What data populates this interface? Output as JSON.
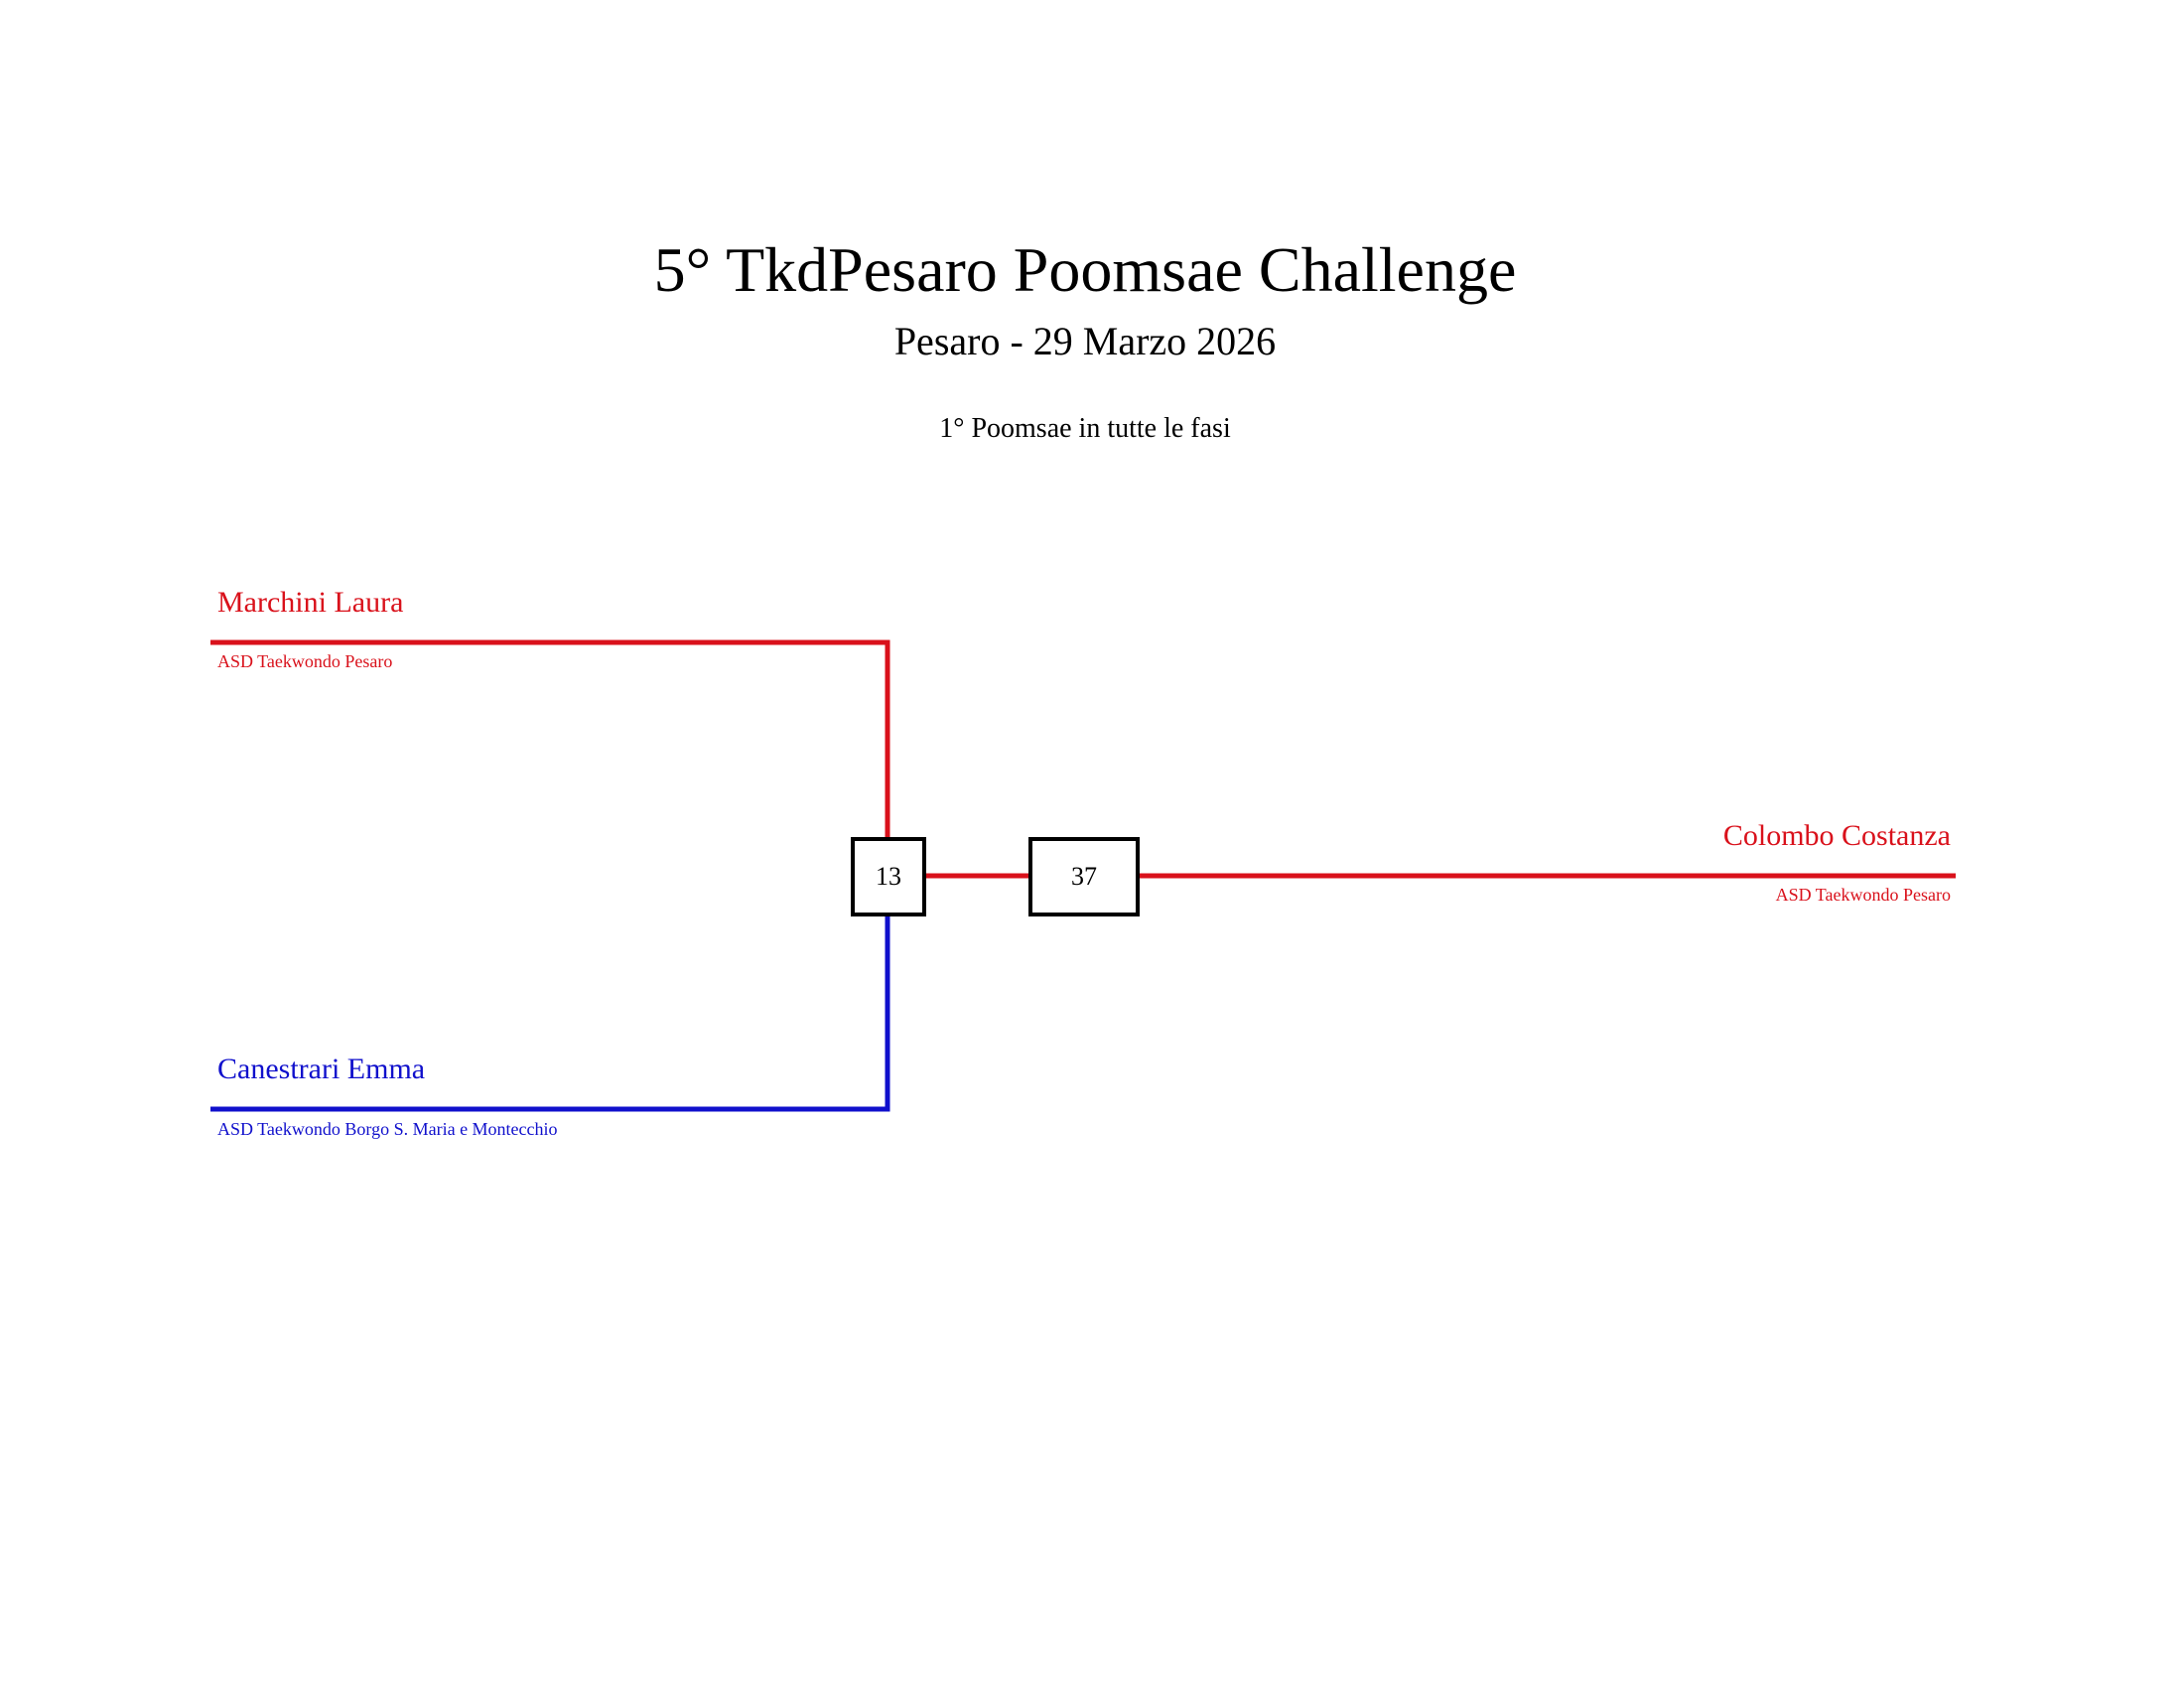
{
  "header": {
    "title": "5° TkdPesaro Poomsae Challenge",
    "subtitle": "Pesaro - 29 Marzo 2026",
    "note": "1° Poomsae in tutte le fasi"
  },
  "bracket": {
    "red_athlete": {
      "name": "Marchini Laura",
      "club": "ASD Taekwondo Pesaro"
    },
    "blue_athlete": {
      "name": "Canestrari Emma",
      "club": "ASD Taekwondo Borgo S. Maria e Montecchio"
    },
    "winner": {
      "name": "Colombo Costanza",
      "club": "ASD Taekwondo Pesaro"
    },
    "match_number": "13",
    "final_number": "37"
  },
  "colors": {
    "red": "#d9111b",
    "blue": "#1010cc",
    "box_border": "#000000"
  }
}
